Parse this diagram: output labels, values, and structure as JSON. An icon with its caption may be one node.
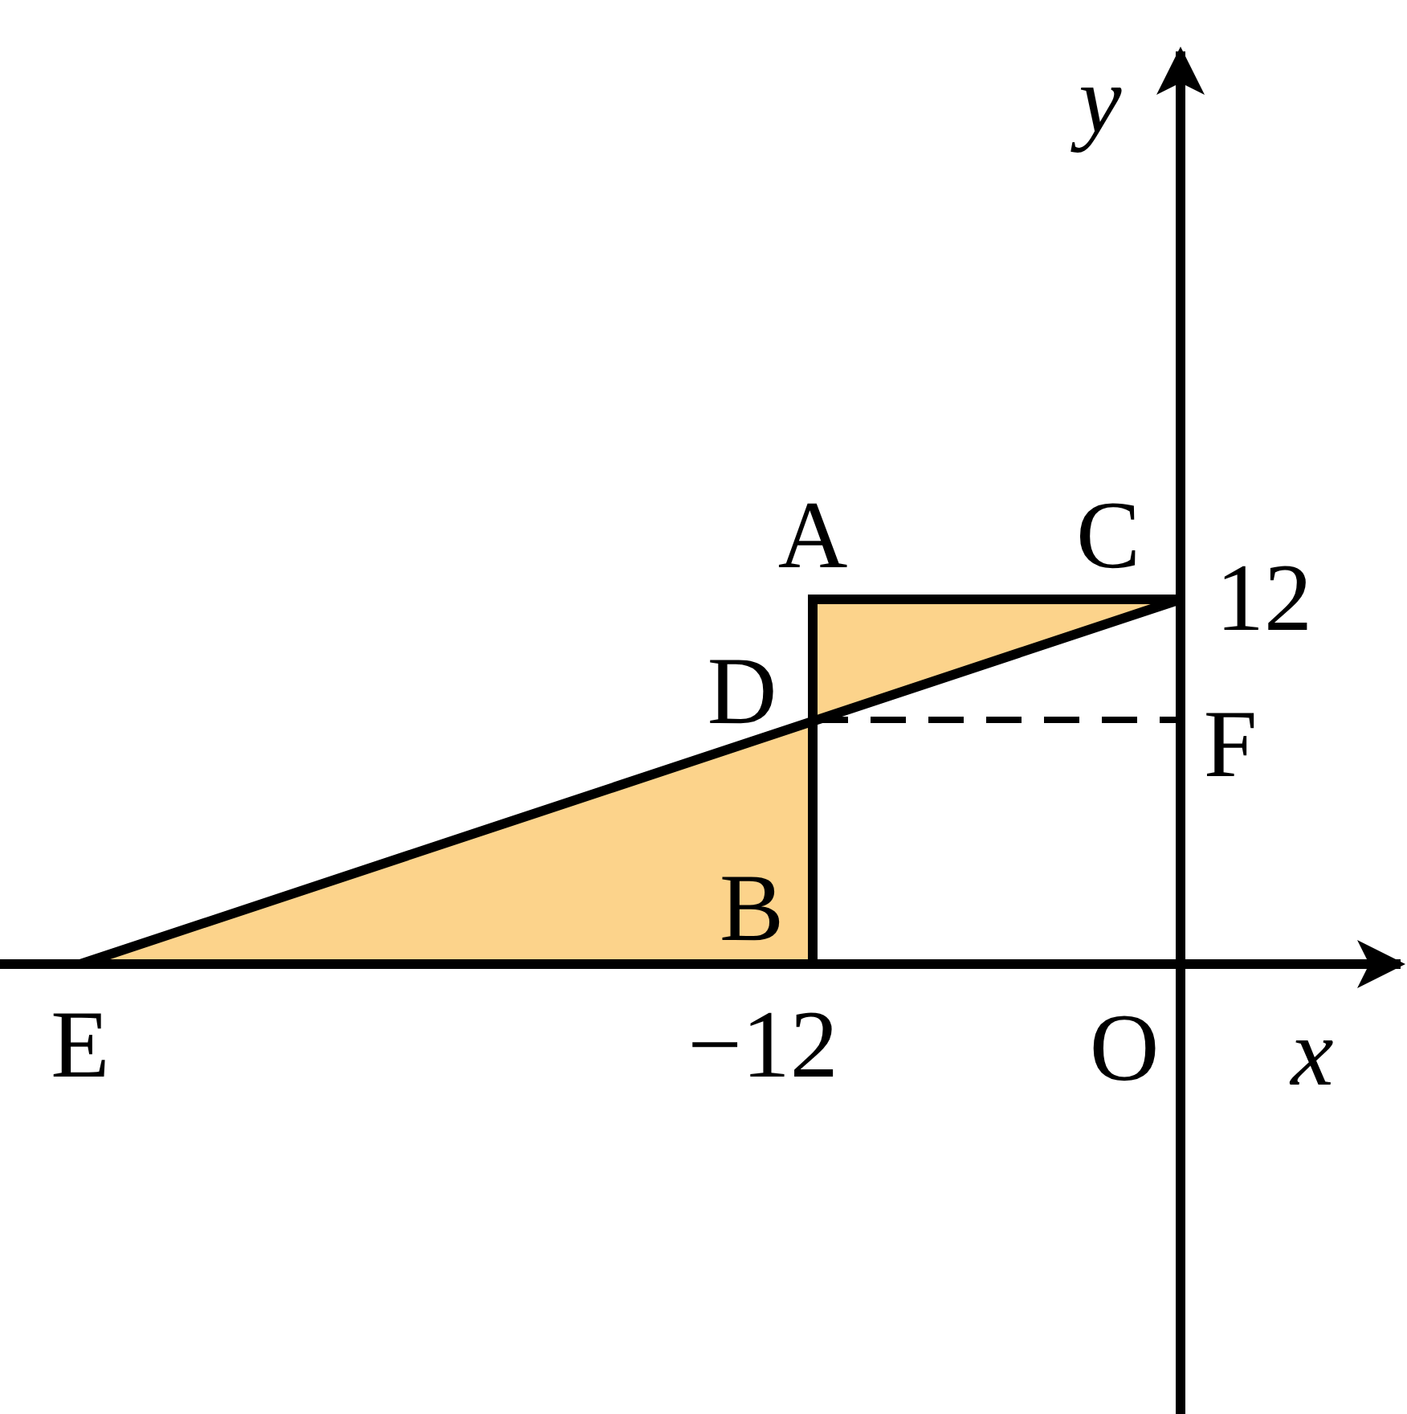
{
  "diagram": {
    "labels": [
      "y",
      "A",
      "C",
      "12",
      "D",
      "F",
      "B",
      "E",
      "−12",
      "O",
      "x"
    ]
  }
}
